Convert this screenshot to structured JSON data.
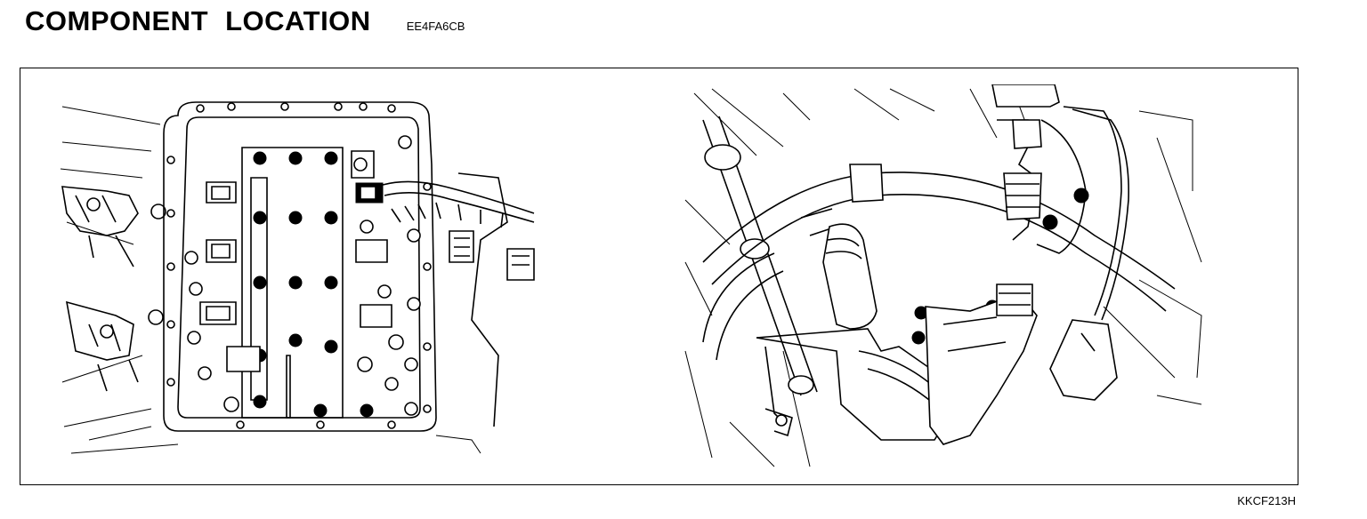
{
  "header": {
    "title": "COMPONENT  LOCATION",
    "section_code": "EE4FA6CB"
  },
  "figure": {
    "code": "KKCF213H",
    "panels": [
      {
        "name": "valve-body-view"
      },
      {
        "name": "engine-compartment-view"
      }
    ]
  },
  "colors": {
    "ink": "#000000",
    "paper": "#ffffff"
  }
}
